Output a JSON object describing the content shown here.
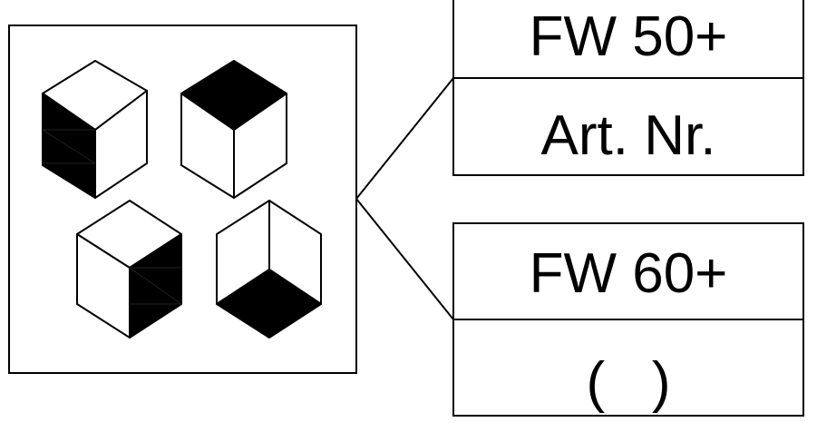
{
  "colors": {
    "background": "#ffffff",
    "line": "#000000",
    "face_dark": "#000000",
    "face_light": "#ffffff"
  },
  "labels": {
    "top_box": {
      "row1": "FW 50+",
      "row2": "Art. Nr."
    },
    "bottom_box": {
      "row1": "FW 60+",
      "row2": "(   )"
    }
  },
  "icons": {
    "cube_1": "cube-left-face-dark-icon",
    "cube_2": "cube-top-face-dark-icon",
    "cube_3": "cube-right-face-dark-icon",
    "cube_4": "cube-bottom-face-dark-icon"
  }
}
